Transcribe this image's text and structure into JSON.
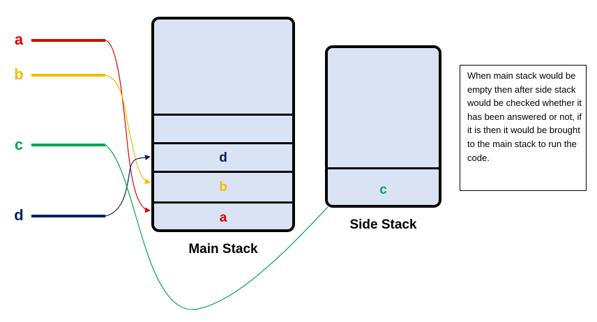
{
  "colors": {
    "a": "#e00000",
    "b": "#f2bc00",
    "c": "#00a64f",
    "d": "#002060",
    "stack_fill": "#dae3f3",
    "border": "#000000"
  },
  "inputs": {
    "a": "a",
    "b": "b",
    "c": "c",
    "d": "d"
  },
  "main_stack": {
    "title": "Main Stack",
    "slots": [
      "d",
      "b",
      "a"
    ]
  },
  "side_stack": {
    "title": "Side Stack",
    "slots": [
      "c"
    ]
  },
  "note": "When main stack would be empty then after side stack would be checked whether it has been answered or not, if it is then it would be brought to the main stack to run the code."
}
